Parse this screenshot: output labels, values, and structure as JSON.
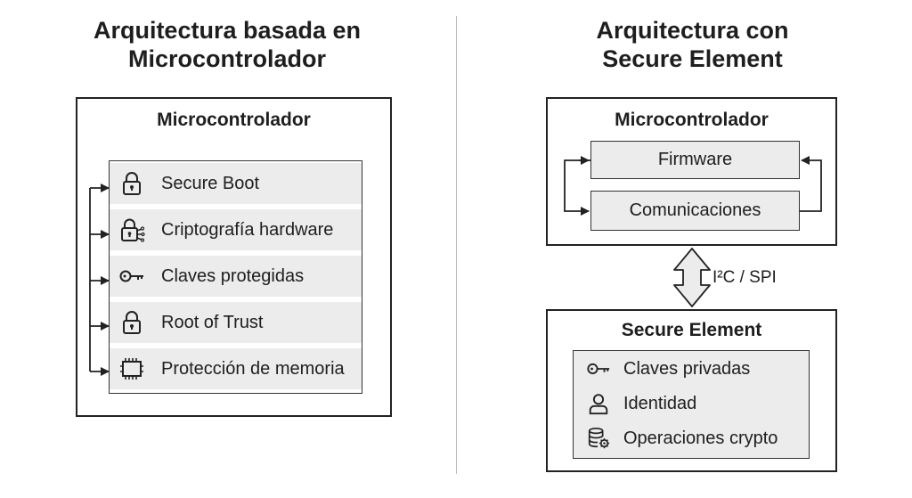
{
  "left": {
    "title_line1": "Arquitectura basada en",
    "title_line2": "Microcontrolador",
    "box_title": "Microcontrolador",
    "items": [
      {
        "label": "Secure Boot",
        "icon": "padlock-icon"
      },
      {
        "label": "Criptografía hardware",
        "icon": "padlock-circuit-icon"
      },
      {
        "label": "Claves protegidas",
        "icon": "key-icon"
      },
      {
        "label": "Root of Trust",
        "icon": "padlock-icon"
      },
      {
        "label": "Protección de memoria",
        "icon": "chip-icon"
      }
    ]
  },
  "right": {
    "title_line1": "Arquitectura con",
    "title_line2": "Secure Element",
    "mcu_title": "Microcontrolador",
    "firmware_label": "Firmware",
    "comms_label": "Comunicaciones",
    "bus_label": "I²C / SPI",
    "se_title": "Secure Element",
    "se_items": [
      {
        "label": "Claves privadas",
        "icon": "key-icon"
      },
      {
        "label": "Identidad",
        "icon": "person-icon"
      },
      {
        "label": "Operaciones crypto",
        "icon": "database-gear-icon"
      }
    ]
  },
  "colors": {
    "stroke": "#222222",
    "fill_gray": "#ececec",
    "divider": "#bbbbbb"
  }
}
